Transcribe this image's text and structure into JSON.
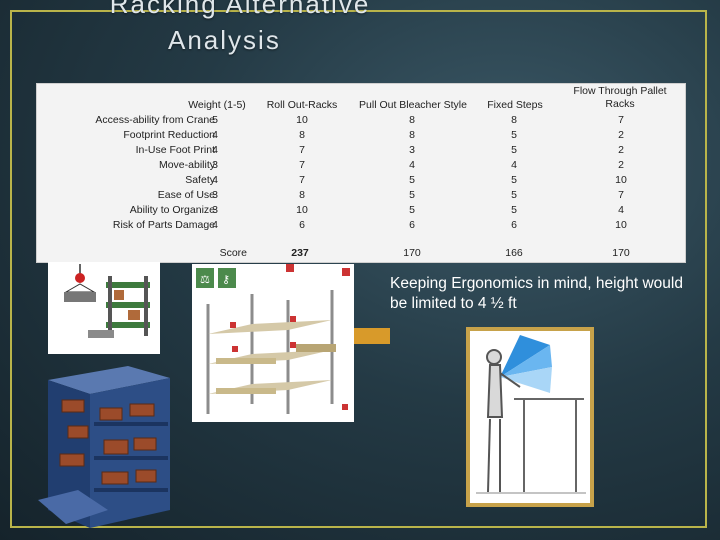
{
  "slide": {
    "title_line1": "Racking Alternative",
    "title_line2": "Analysis",
    "caption": "Keeping Ergonomics in mind, height would be limited to 4 ½ ft"
  },
  "table": {
    "columns": [
      "Weight (1-5)",
      "Roll Out-Racks",
      "Pull Out Bleacher Style",
      "Fixed Steps",
      "Flow Through Pallet Racks"
    ],
    "rows": [
      {
        "label": "Access-ability from Crane",
        "values": [
          "5",
          "10",
          "8",
          "8",
          "7"
        ]
      },
      {
        "label": "Footprint Reduction",
        "values": [
          "4",
          "8",
          "8",
          "5",
          "2"
        ]
      },
      {
        "label": "In-Use Foot Print",
        "values": [
          "4",
          "7",
          "3",
          "5",
          "2"
        ]
      },
      {
        "label": "Move-ability",
        "values": [
          "3",
          "7",
          "4",
          "4",
          "2"
        ]
      },
      {
        "label": "Safety",
        "values": [
          "4",
          "7",
          "5",
          "5",
          "10"
        ]
      },
      {
        "label": "Ease of Use",
        "values": [
          "3",
          "8",
          "5",
          "5",
          "7"
        ]
      },
      {
        "label": "Ability to Organize",
        "values": [
          "3",
          "10",
          "5",
          "5",
          "4"
        ]
      },
      {
        "label": "Risk of Parts Damage",
        "values": [
          "4",
          "6",
          "6",
          "6",
          "10"
        ]
      }
    ],
    "score_label": "Score",
    "scores": [
      "237",
      "170",
      "166",
      "170"
    ]
  },
  "colors": {
    "frame": "#b9b44a",
    "score_highlight": "#d89a2a",
    "rack_blue": "#2d4e86",
    "part_brown": "#9b4b2a"
  },
  "icons": [
    "crane-hook-icon",
    "weight-warning-icon",
    "lock-warning-icon"
  ]
}
